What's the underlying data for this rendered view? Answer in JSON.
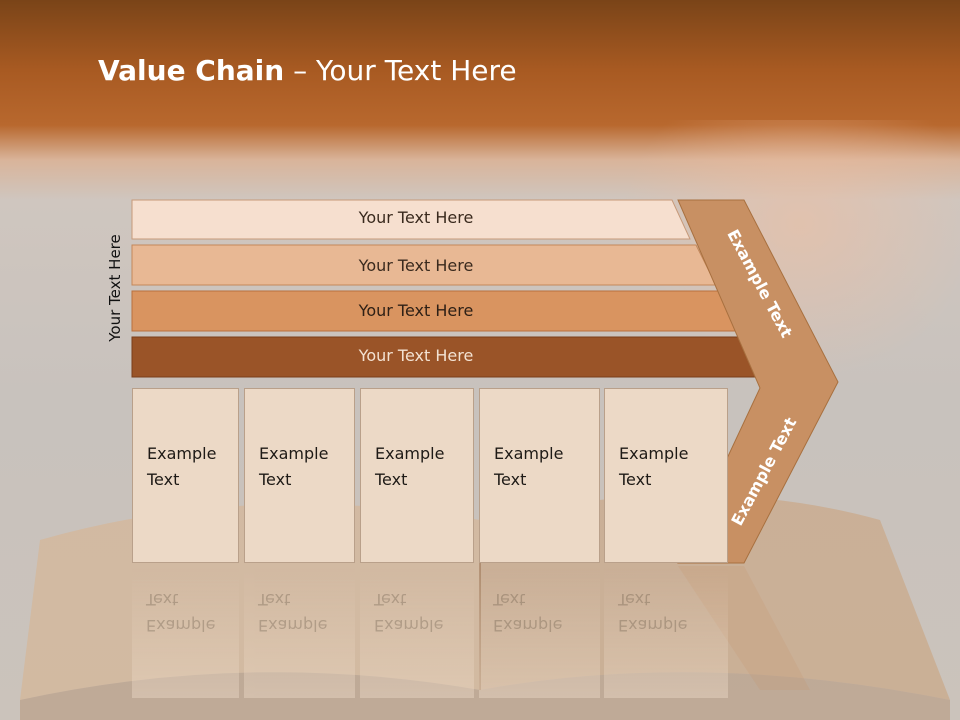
{
  "title": {
    "bold": "Value Chain",
    "rest": " – Your Text Here"
  },
  "side_label": "Your Text Here",
  "bands": [
    {
      "label": "Your Text Here"
    },
    {
      "label": "Your Text Here"
    },
    {
      "label": "Your Text Here"
    },
    {
      "label": "Your Text Here"
    }
  ],
  "activities": [
    {
      "line1": "Example",
      "line2": "Text"
    },
    {
      "line1": "Example",
      "line2": "Text"
    },
    {
      "line1": "Example",
      "line2": "Text"
    },
    {
      "line1": "Example",
      "line2": "Text"
    },
    {
      "line1": "Example",
      "line2": "Text"
    }
  ],
  "margin": {
    "upper": "Example Text",
    "lower": "Example Text"
  },
  "colors": {
    "band1": "#f6dfcf",
    "band2": "#e8b894",
    "band3": "#d99460",
    "band4": "#9a5428",
    "arrow": "#c89063",
    "box": "#ecd9c6"
  }
}
